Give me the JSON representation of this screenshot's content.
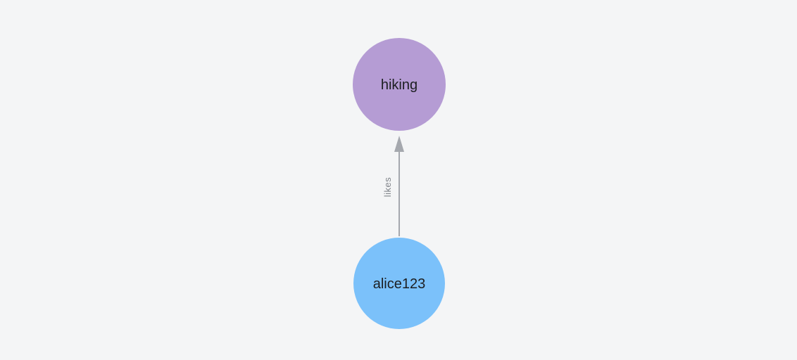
{
  "canvas": {
    "background_color": "#f4f5f6"
  },
  "graph": {
    "nodes": [
      {
        "id": "hiking",
        "label": "hiking",
        "color": "#b59cd4",
        "text_color": "#1c1e21",
        "role": "target"
      },
      {
        "id": "alice123",
        "label": "alice123",
        "color": "#7bc1fa",
        "text_color": "#1c1e21",
        "role": "source"
      }
    ],
    "edge": {
      "label": "likes",
      "from": "alice123",
      "to": "hiking",
      "color": "#a5a8ae",
      "label_color": "#80848a"
    }
  }
}
